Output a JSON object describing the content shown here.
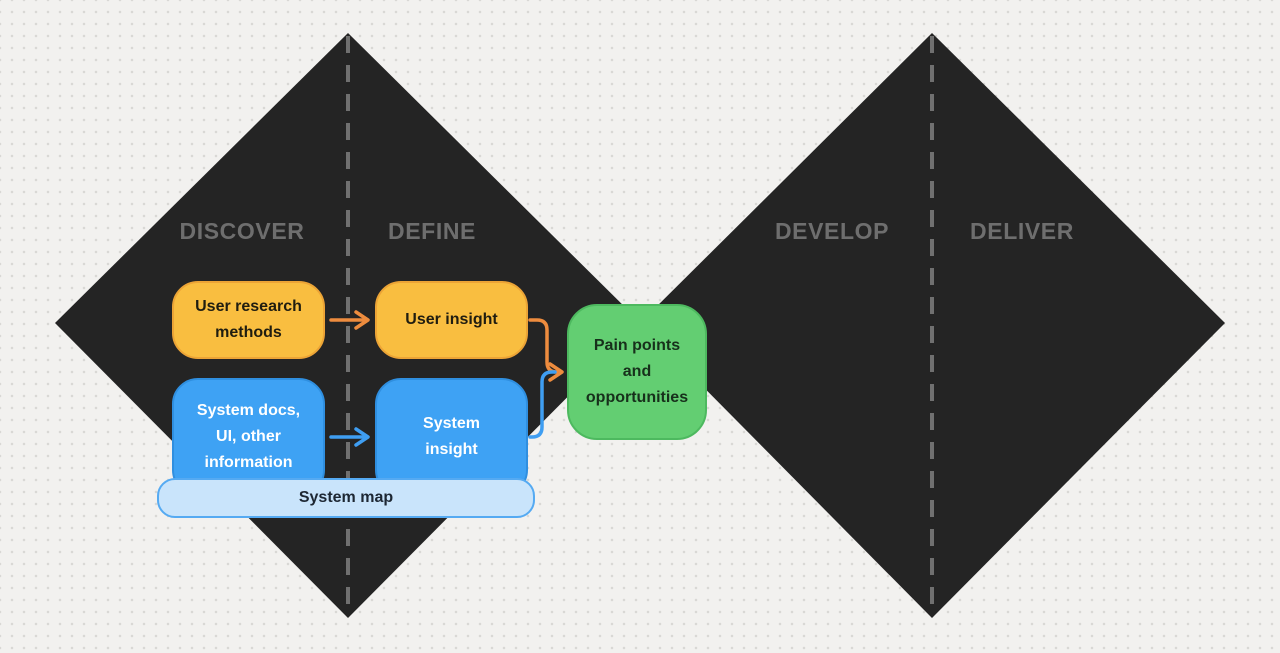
{
  "canvas": {
    "background_color": "#f2f1ef",
    "dot_color": "#d9d8d5"
  },
  "diamonds": {
    "fill": "#242424",
    "divider_color": "#707070",
    "phase_label_color": "#6e6e6e",
    "phase_labels": [
      {
        "label": "DISCOVER"
      },
      {
        "label": "DEFINE"
      },
      {
        "label": "DEVELOP"
      },
      {
        "label": "DELIVER"
      }
    ]
  },
  "nodes": {
    "user_research": {
      "label": "User research methods",
      "fill": "#f9be40",
      "border": "#eca436",
      "text_color": "#201d10"
    },
    "user_insight": {
      "label": "User insight",
      "fill": "#f9be40",
      "border": "#eca436",
      "text_color": "#201d10"
    },
    "system_docs": {
      "label": "System docs, UI, other information",
      "fill": "#3ea2f4",
      "border": "#2f8fe0",
      "text_color": "#ffffff"
    },
    "system_insight": {
      "label": "System insight",
      "fill": "#3ea2f4",
      "border": "#2f8fe0",
      "text_color": "#ffffff"
    },
    "system_map": {
      "label": "System map",
      "fill": "#c9e4fb",
      "border": "#55aaf2",
      "text_color": "#1d2733"
    },
    "pain_points": {
      "label": "Pain points and opportunities",
      "fill": "#63ce72",
      "border": "#4db95f",
      "text_color": "#17301b"
    }
  },
  "connectors": {
    "orange_color": "#ee8c3e",
    "blue_color": "#3f9ef2"
  }
}
